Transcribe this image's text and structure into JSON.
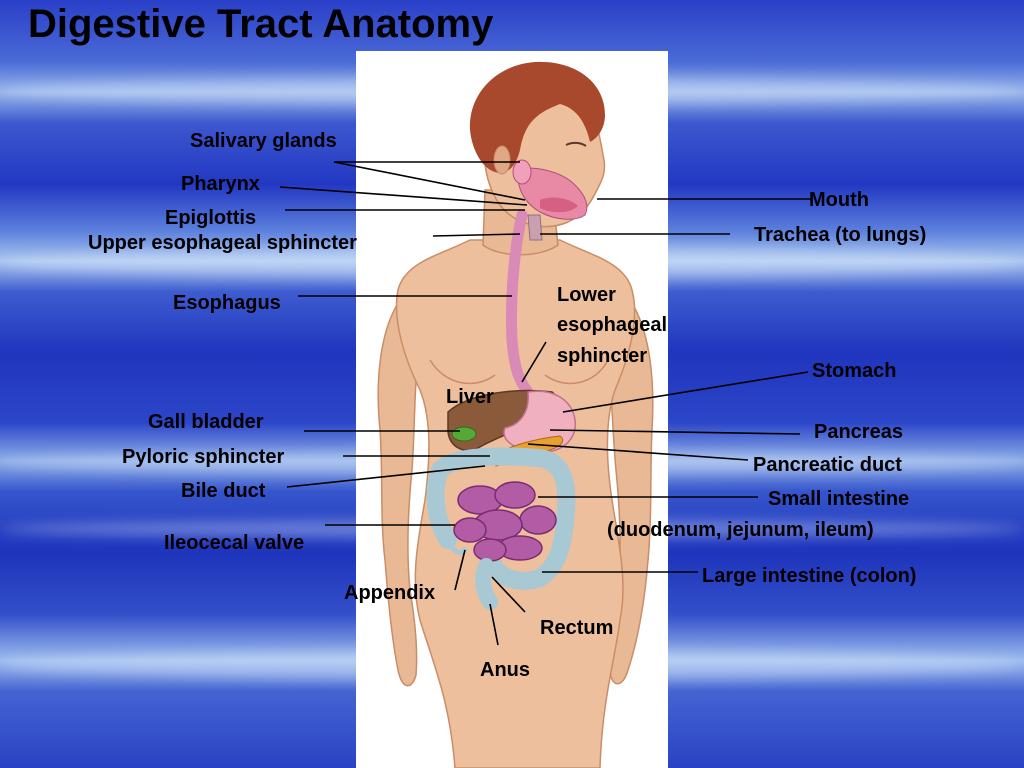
{
  "slide": {
    "title": "Digestive Tract Anatomy",
    "colors": {
      "background": "#2a42c4",
      "panel": "#ffffff",
      "skin": "#e9b894",
      "hair": "#a8482c",
      "esophagus": "#d98ab6",
      "liver": "#8a5a3a",
      "gall_bladder": "#58a838",
      "pancreas": "#e8a030",
      "small_intestine": "#b25ca6",
      "large_intestine": "#a8c8d4"
    }
  },
  "labels": {
    "salivary_glands": "Salivary glands",
    "pharynx": "Pharynx",
    "epiglottis": "Epiglottis",
    "upper_esophageal_sphincter": "Upper esophageal sphincter",
    "esophagus": "Esophagus",
    "lower_esophageal_sphincter_1": "Lower",
    "lower_esophageal_sphincter_2": "esophageal",
    "lower_esophageal_sphincter_3": "sphincter",
    "liver": "Liver",
    "gall_bladder": "Gall bladder",
    "pyloric_sphincter": "Pyloric sphincter",
    "bile_duct": "Bile duct",
    "ileocecal_valve": "Ileocecal valve",
    "appendix": "Appendix",
    "rectum": "Rectum",
    "anus": "Anus",
    "mouth": "Mouth",
    "trachea": "Trachea (to lungs)",
    "stomach": "Stomach",
    "pancreas": "Pancreas",
    "pancreatic_duct": "Pancreatic duct",
    "small_intestine_1": "Small intestine",
    "small_intestine_2": "(duodenum, jejunum, ileum)",
    "large_intestine": "Large intestine (colon)"
  }
}
